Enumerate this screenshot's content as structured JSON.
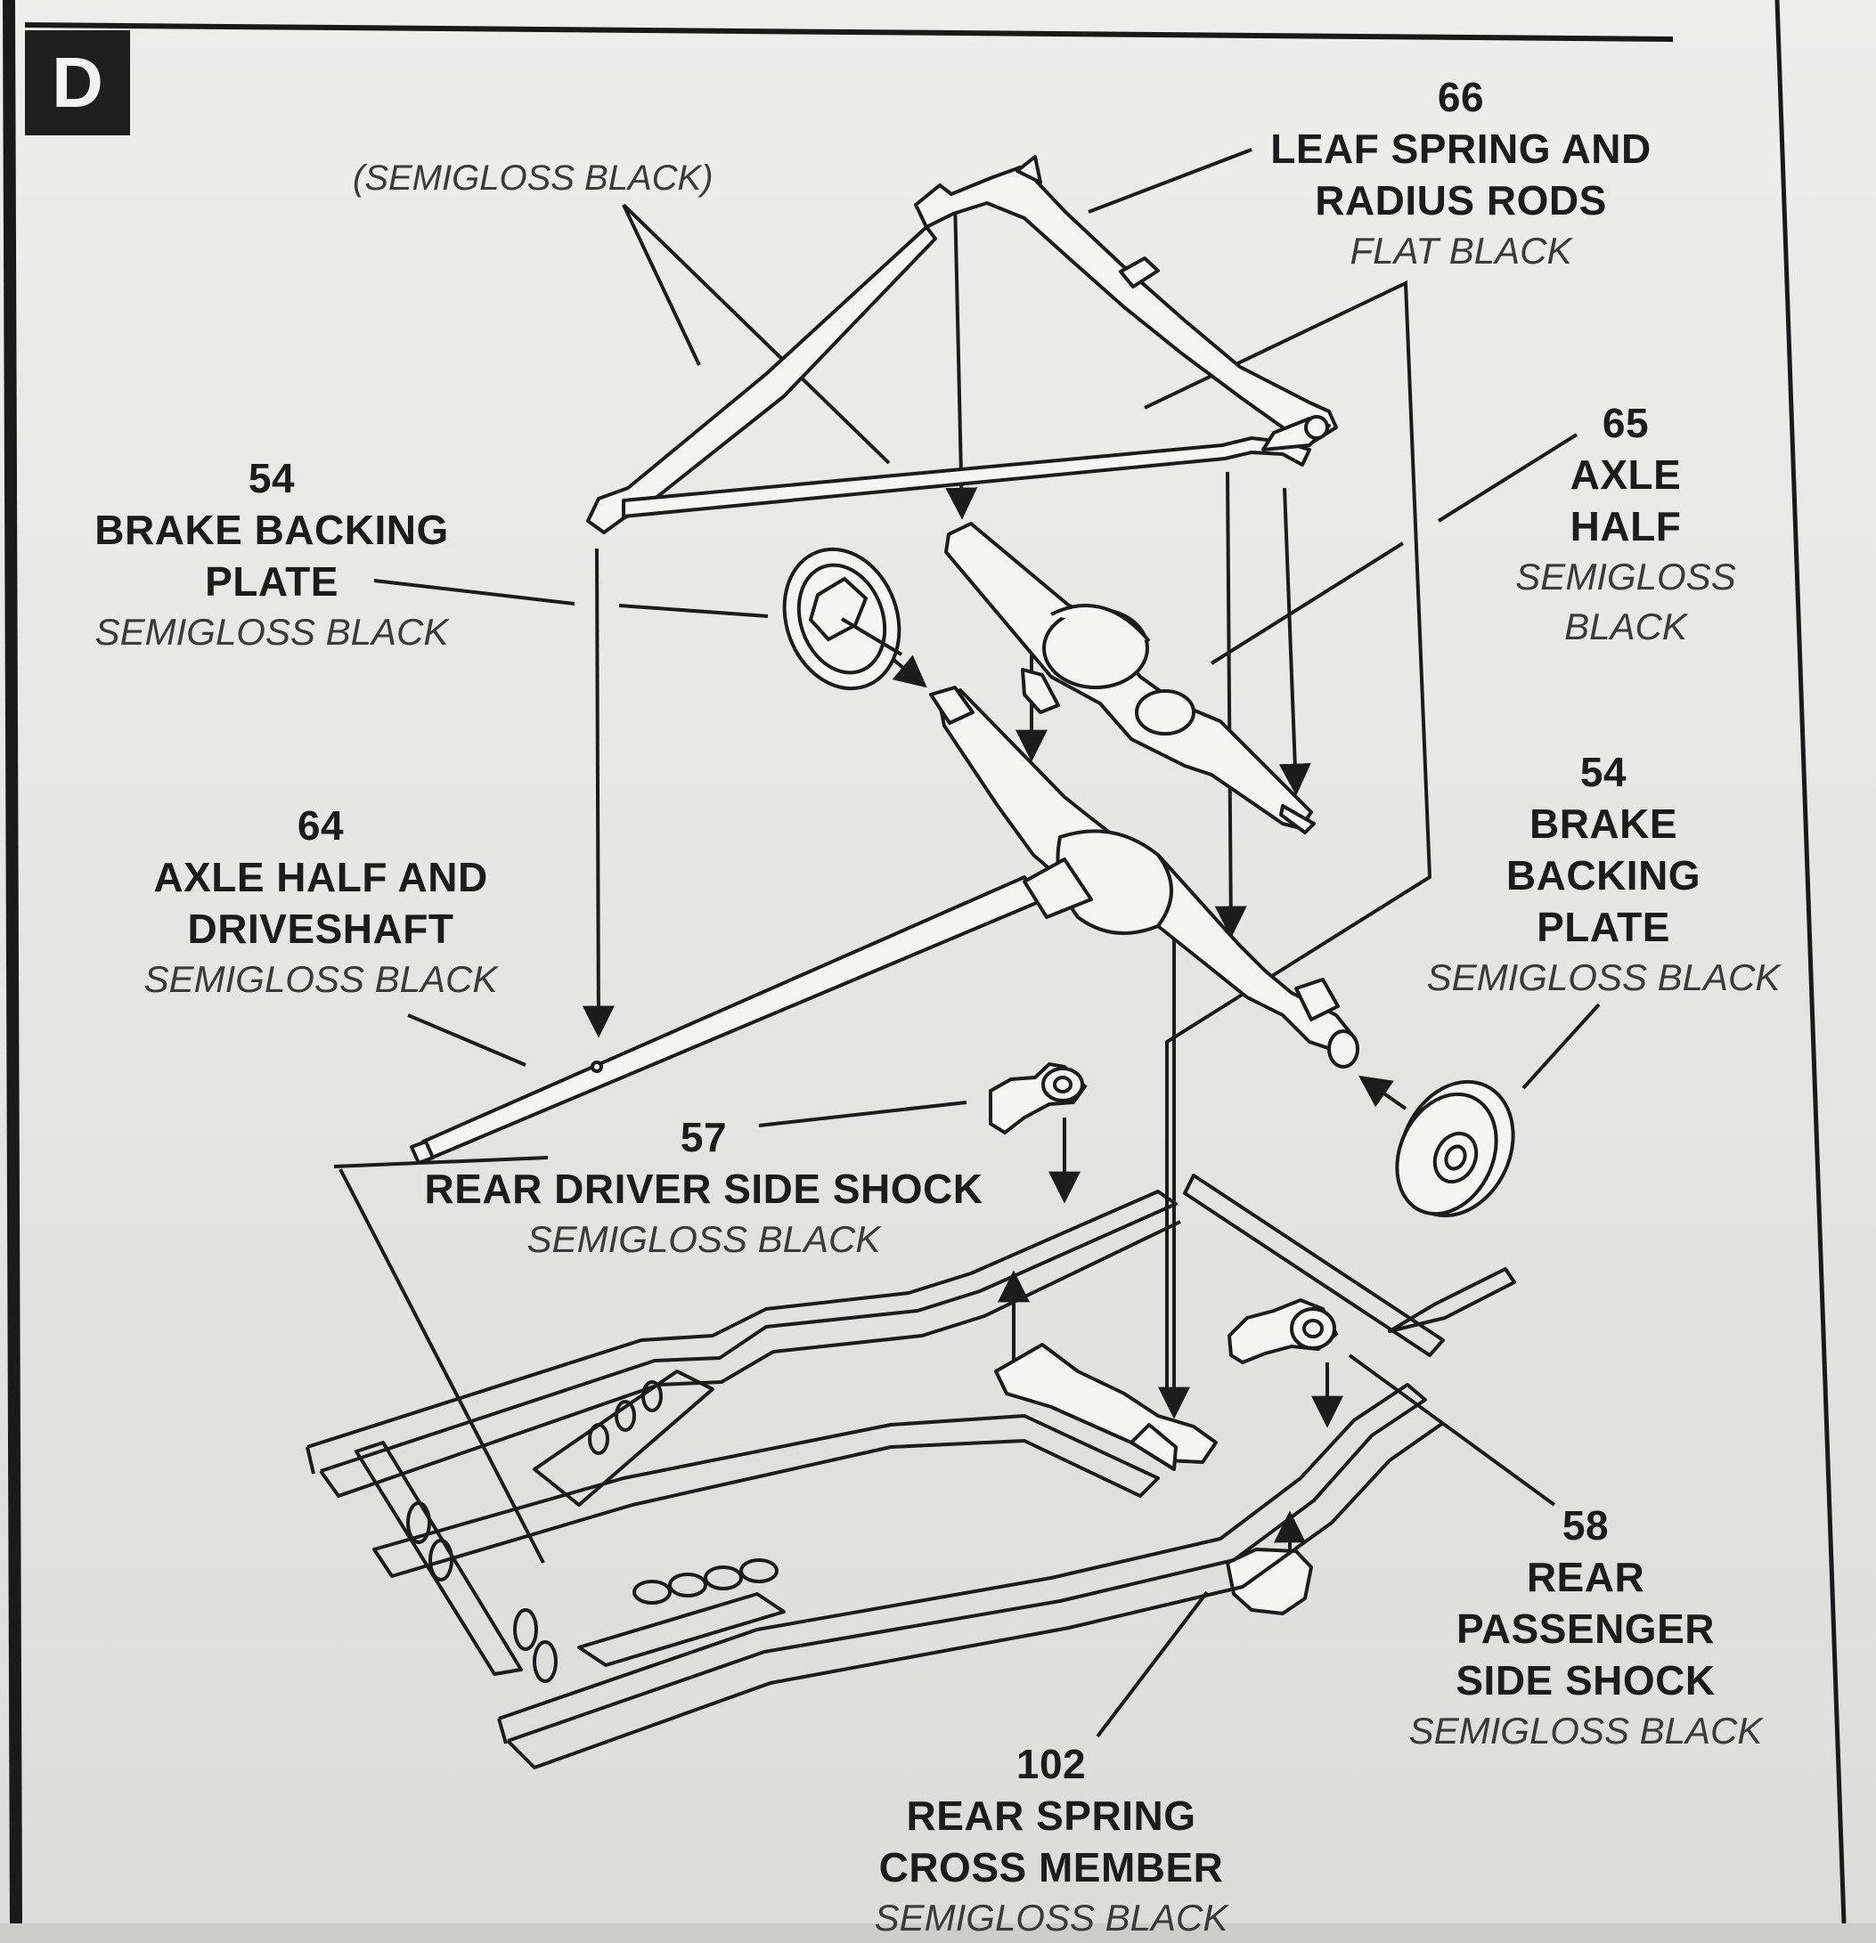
{
  "step": "D",
  "general_paint_note": "(SEMIGLOSS BLACK)",
  "callouts": [
    {
      "id": "leaf-spring",
      "number": "66",
      "name": "LEAF SPRING AND\nRADIUS RODS",
      "paint": "FLAT BLACK"
    },
    {
      "id": "brake-backing-plate-left",
      "number": "54",
      "name": "BRAKE BACKING\nPLATE",
      "paint": "SEMIGLOSS BLACK"
    },
    {
      "id": "axle-half",
      "number": "65",
      "name": "AXLE\nHALF",
      "paint": "SEMIGLOSS\nBLACK"
    },
    {
      "id": "brake-backing-plate-right",
      "number": "54",
      "name": "BRAKE\nBACKING\nPLATE",
      "paint": "SEMIGLOSS BLACK"
    },
    {
      "id": "axle-half-driveshaft",
      "number": "64",
      "name": "AXLE HALF AND\nDRIVESHAFT",
      "paint": "SEMIGLOSS BLACK"
    },
    {
      "id": "rear-driver-shock",
      "number": "57",
      "name": "REAR DRIVER SIDE SHOCK",
      "paint": "SEMIGLOSS BLACK"
    },
    {
      "id": "rear-passenger-shock",
      "number": "58",
      "name": "REAR\nPASSENGER\nSIDE SHOCK",
      "paint": "SEMIGLOSS BLACK"
    },
    {
      "id": "rear-spring-cross-member",
      "number": "102",
      "name": "REAR SPRING\nCROSS MEMBER",
      "paint": "SEMIGLOSS BLACK"
    }
  ]
}
